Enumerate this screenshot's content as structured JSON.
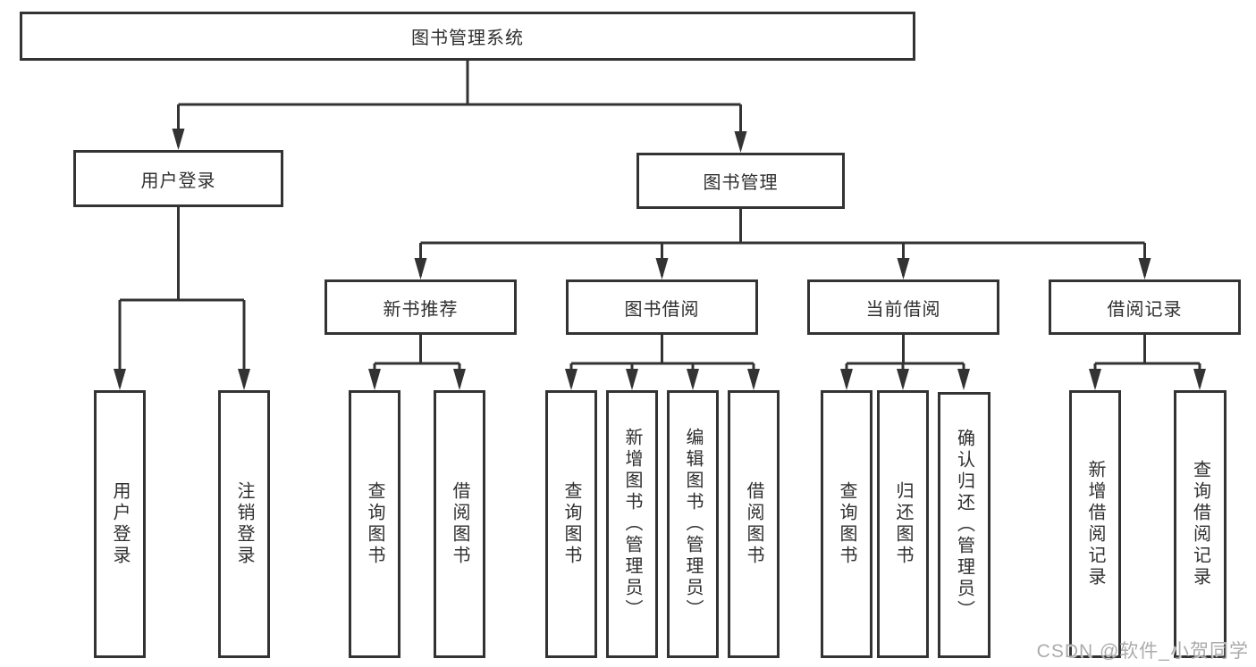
{
  "diagram_title": "图书管理系统",
  "nodes": {
    "root": {
      "label": "图书管理系统"
    },
    "user_login": {
      "label": "用户登录"
    },
    "book_mgmt": {
      "label": "图书管理"
    },
    "login": {
      "label": "用户登录"
    },
    "logout": {
      "label": "注销登录"
    },
    "new_book_rec": {
      "label": "新书推荐"
    },
    "book_borrow": {
      "label": "图书借阅"
    },
    "current_borrow": {
      "label": "当前借阅"
    },
    "borrow_record": {
      "label": "借阅记录"
    },
    "nb_query": {
      "label": "查询图书"
    },
    "nb_borrow": {
      "label": "借阅图书"
    },
    "bb_query": {
      "label": "查询图书"
    },
    "bb_add": {
      "label": "新增图书（管理员）"
    },
    "bb_edit": {
      "label": "编辑图书（管理员）"
    },
    "bb_borrow": {
      "label": "借阅图书"
    },
    "cb_query": {
      "label": "查询图书"
    },
    "cb_return": {
      "label": "归还图书"
    },
    "cb_confirm": {
      "label": "确认归还（管理员）"
    },
    "br_add": {
      "label": "新增借阅记录"
    },
    "br_query": {
      "label": "查询借阅记录"
    }
  },
  "hierarchy": {
    "图书管理系统": {
      "用户登录": [
        "用户登录",
        "注销登录"
      ],
      "图书管理": {
        "新书推荐": [
          "查询图书",
          "借阅图书"
        ],
        "图书借阅": [
          "查询图书",
          "新增图书（管理员）",
          "编辑图书（管理员）",
          "借阅图书"
        ],
        "当前借阅": [
          "查询图书",
          "归还图书",
          "确认归还（管理员）"
        ],
        "借阅记录": [
          "新增借阅记录",
          "查询借阅记录"
        ]
      }
    }
  },
  "colors": {
    "line": "#333333",
    "box_border": "#333333",
    "text": "#2f2f2f",
    "background": "#ffffff",
    "watermark": "#ababab"
  },
  "watermark": {
    "text": "CSDN @软件_小贺同学"
  }
}
